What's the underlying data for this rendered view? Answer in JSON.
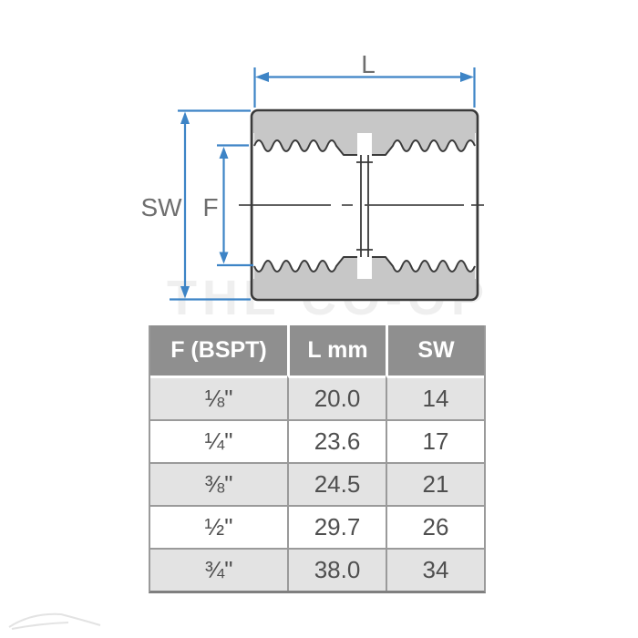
{
  "watermark": "THE CO-OP",
  "diagram": {
    "name": "threaded-socket-coupling-drawing",
    "labels": {
      "length": "L",
      "across_flats": "SW",
      "thread_bore": "F"
    }
  },
  "table": {
    "headers": [
      "F (BSPT)",
      "L mm",
      "SW"
    ],
    "rows": [
      [
        "⅛\"",
        "20.0",
        "14"
      ],
      [
        "¼\"",
        "23.6",
        "17"
      ],
      [
        "⅜\"",
        "24.5",
        "21"
      ],
      [
        "½\"",
        "29.7",
        "26"
      ],
      [
        "¾\"",
        "38.0",
        "34"
      ]
    ]
  },
  "colors": {
    "dimension_blue": "#3d84c6",
    "label_gray": "#6e6e6e",
    "outline_dark": "#3a3a3a",
    "body_gray": "#c7c7c7",
    "header_bg": "#8f8f8f",
    "row_alt_gray": "#e3e3e3",
    "grid_gray": "#9a9a9a",
    "cell_text": "#4f4f4f"
  }
}
